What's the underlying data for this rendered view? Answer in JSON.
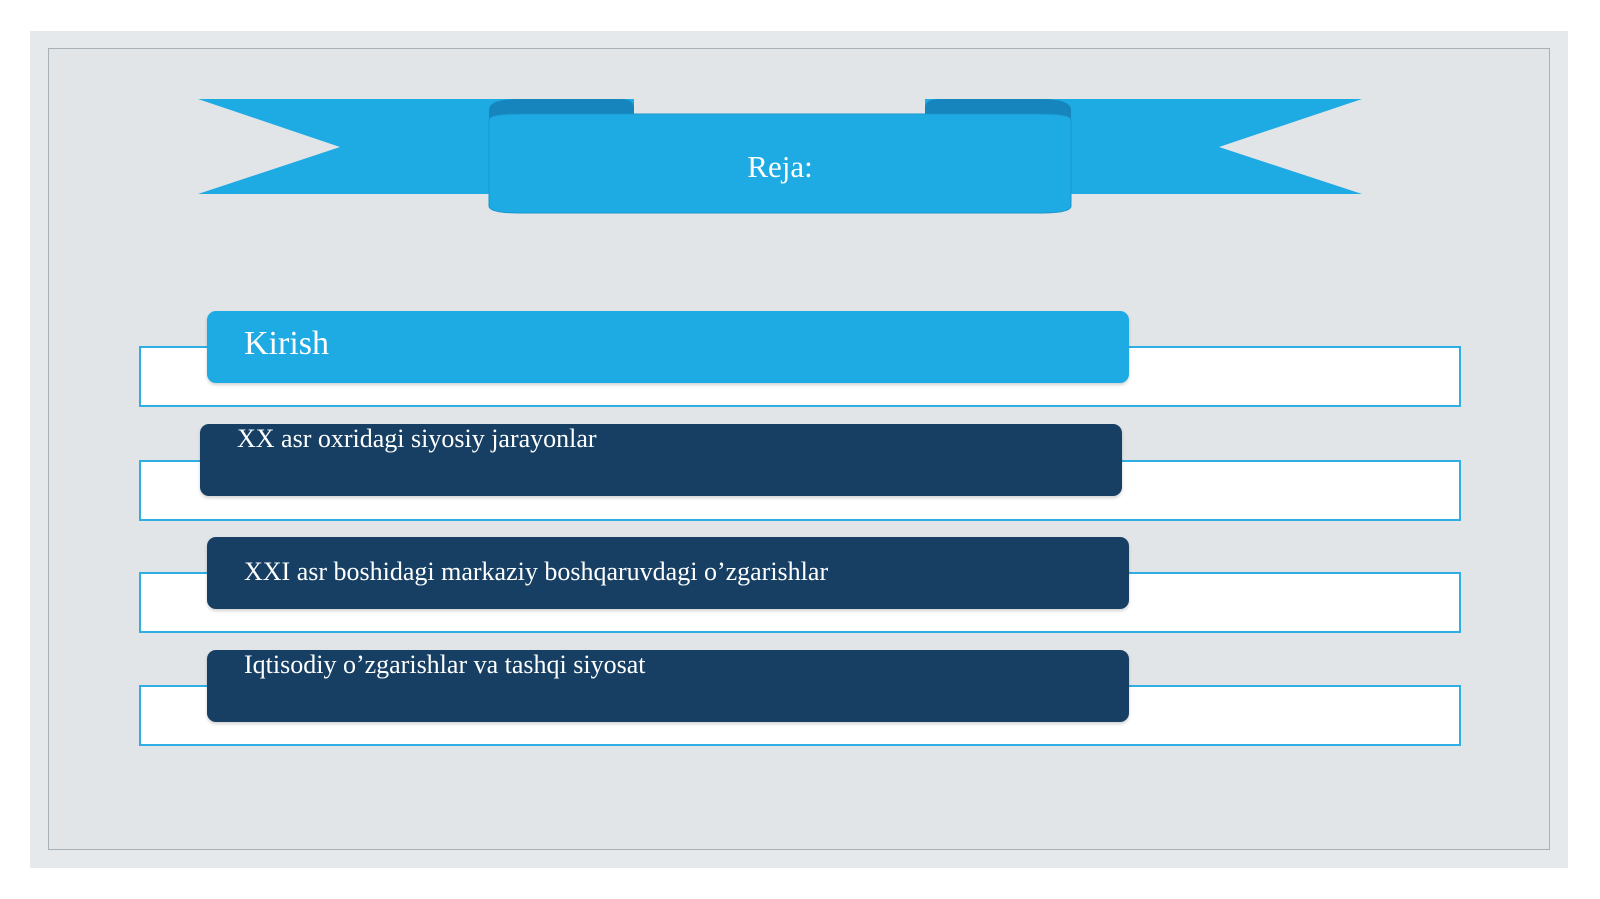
{
  "title": "Reja:",
  "colors": {
    "banner": "#1eaae3",
    "banner_shadow": "#1685bd",
    "bar_highlight": "#1eaae3",
    "bar_dark": "#163f63",
    "frame_border": "#2eaee3",
    "background": "#e1e5e8"
  },
  "items": [
    {
      "label": "Kirish",
      "style": "highlight"
    },
    {
      "label": "XX asr oxridagi siyosiy jarayonlar",
      "style": "dark"
    },
    {
      "label": "XXI asr boshidagi markaziy boshqaruvdagi o’zgarishlar",
      "style": "dark"
    },
    {
      "label": "Iqtisodiy o’zgarishlar va tashqi siyosat",
      "style": "dark"
    }
  ]
}
